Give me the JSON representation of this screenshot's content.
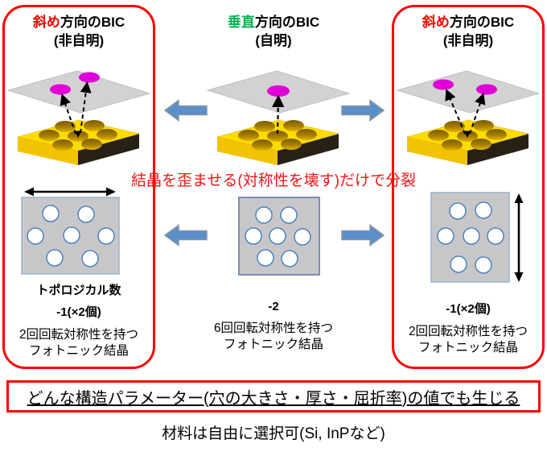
{
  "columns": [
    {
      "title_highlight": "斜め",
      "title_rest": "方向のBIC",
      "subtitle": "(非自明)",
      "topology_label": "トポロジカル数",
      "topology_value": "-1(×2個)",
      "desc1": "2回回転対称性を持つ",
      "desc2": "フォトニック結晶"
    },
    {
      "title_highlight": "垂直",
      "title_rest": "方向のBIC",
      "subtitle": "(自明)",
      "topology_value": "-2",
      "desc1": "6回回転対称性を持つ",
      "desc2": "フォトニック結晶"
    },
    {
      "title_highlight": "斜め",
      "title_rest": "方向のBIC",
      "subtitle": "(非自明)",
      "topology_value": "-1(×2個)",
      "desc1": "2回回転対称性を持つ",
      "desc2": "フォトニック結晶"
    }
  ],
  "notes": {
    "split_note": "結晶を歪ませる(対称性を壊す)だけで分裂",
    "bottom_box": "どんな構造パラメーター(穴の大きさ・厚さ・屈折率)の値でも生じる",
    "material_note": "材料は自由に選択可(Si, InPなど)"
  },
  "colors": {
    "highlight_red": "#ff0000",
    "highlight_green": "#00b050",
    "box_border_red": "#ff0000",
    "block_arrow_blue": "#5b8fc9",
    "slab_yellow": "#ffd900",
    "dot_magenta": "#e000d8",
    "plane_gray": "#d2d2d2",
    "lattice_gray": "#c7c7ca",
    "hole_outline_blue": "#4f81bd"
  },
  "icons": {
    "left_arrow": "block-arrow-left",
    "right_arrow": "block-arrow-right",
    "h_stretch": "horizontal-double-arrow",
    "v_stretch": "vertical-double-arrow"
  }
}
